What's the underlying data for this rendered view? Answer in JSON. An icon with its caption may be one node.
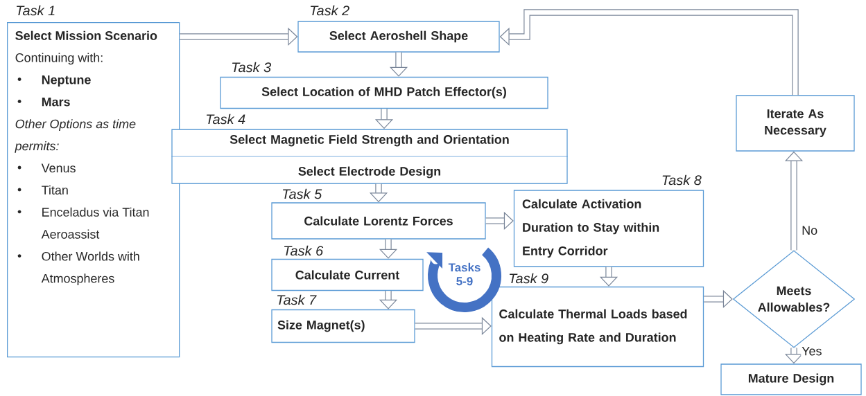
{
  "diagram": {
    "nodes": [
      {
        "text": [
          "Task 1",
          "Select Mission Scenario",
          "Continuing with:",
          "Neptune",
          "Mars",
          "Other Options as time permits:",
          "Venus",
          "Titan",
          "Enceladus via Titan Aeroassist",
          "Other Worlds with Atmospheres"
        ]
      },
      {
        "text": [
          "Task 2",
          "Select Aeroshell Shape"
        ]
      },
      {
        "text": [
          "Task 3",
          "Select Location of MHD Patch Effector(s)"
        ]
      },
      {
        "text": [
          "Task 4",
          "Select Magnetic Field Strength and Orientation",
          "Select Electrode Design"
        ]
      },
      {
        "text": [
          "Task 5",
          "Calculate Lorentz Forces"
        ]
      },
      {
        "text": [
          "Task 6",
          "Calculate Current"
        ]
      },
      {
        "text": [
          "Task 7",
          "Size Magnet(s)"
        ]
      },
      {
        "text": [
          "Task 8",
          "Calculate Activation Duration to Stay within Entry Corridor"
        ]
      },
      {
        "text": [
          "Task 9",
          "Calculate Thermal Loads based on Heating Rate and Duration"
        ]
      },
      {
        "text": [
          "Meets Allowables?"
        ]
      },
      {
        "text": [
          "Iterate As Necessary"
        ]
      },
      {
        "text": [
          "Mature Design"
        ]
      }
    ],
    "edges": [
      {
        "from": 0,
        "to": 1,
        "arrow": "to"
      },
      {
        "from": 1,
        "to": 2,
        "arrow": "to"
      },
      {
        "from": 2,
        "to": 3,
        "arrow": "to"
      },
      {
        "from": 3,
        "to": 4,
        "arrow": "to"
      },
      {
        "from": 4,
        "to": 7,
        "arrow": "to"
      },
      {
        "from": 4,
        "to": 5,
        "arrow": "to"
      },
      {
        "from": 5,
        "to": 6,
        "arrow": "to"
      },
      {
        "from": 6,
        "to": 8,
        "arrow": "to"
      },
      {
        "from": 7,
        "to": 8,
        "arrow": "to"
      },
      {
        "from": 8,
        "to": 9,
        "arrow": "to"
      },
      {
        "from": 9,
        "to": 10,
        "arrow": "to",
        "label": "No"
      },
      {
        "from": 9,
        "to": 11,
        "arrow": "to",
        "label": "Yes"
      },
      {
        "from": 10,
        "to": 1,
        "arrow": "to"
      }
    ],
    "labels": [
      "Tasks 5-9"
    ]
  }
}
